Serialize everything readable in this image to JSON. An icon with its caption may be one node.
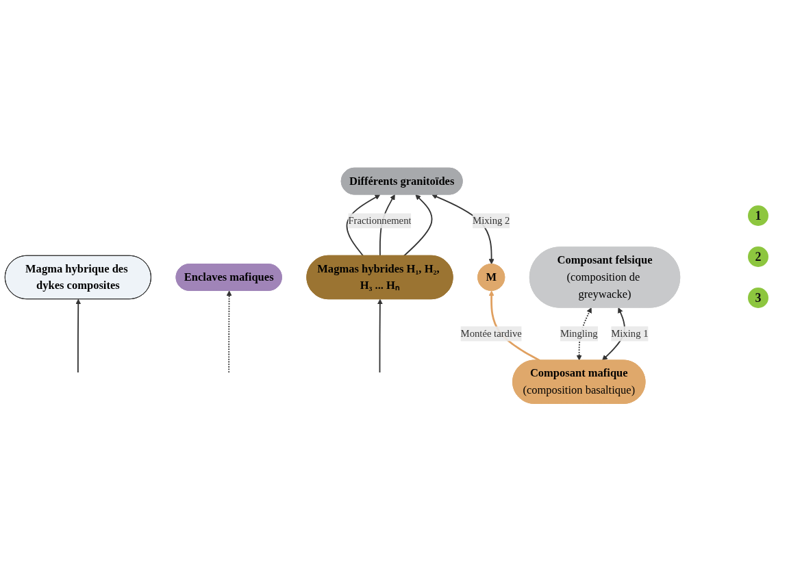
{
  "diagram": {
    "nodes": [
      {
        "text": [
          "Magma hybrique des dykes composites"
        ]
      },
      {
        "text": [
          "M"
        ]
      },
      {
        "text": [
          "Différents granitoïdes"
        ]
      },
      {
        "text": [
          "Enclaves mafiques"
        ]
      },
      {
        "text": [
          "Magmas hybrides H₁, H₂, H₃ ... Hₙ"
        ]
      },
      {
        "text": [
          "Composant mafique",
          "(composition basaltique)"
        ]
      },
      {
        "text": [
          "Composant felsique",
          "(composition de greywacke)"
        ]
      }
    ],
    "edges": [
      {
        "from": 1,
        "to": 2,
        "arrow": "both",
        "label": "Mixing 2"
      },
      {
        "from": null,
        "to": 0,
        "arrow": "to"
      },
      {
        "from": 4,
        "to": 2,
        "arrow": "to"
      },
      {
        "from": 4,
        "to": 2,
        "arrow": "to",
        "label": "Fractionnement"
      },
      {
        "from": 4,
        "to": 2,
        "arrow": "to"
      },
      {
        "from": 5,
        "to": 1,
        "arrow": "to",
        "label": "Montée tardive",
        "color": "#e0a060"
      },
      {
        "from": 5,
        "to": 6,
        "arrow": "both",
        "label": "Mingling",
        "style": "dashed"
      },
      {
        "from": 5,
        "to": 6,
        "arrow": "both",
        "label": "Mixing 1"
      },
      {
        "from": null,
        "to": 4,
        "arrow": "to"
      },
      {
        "from": null,
        "to": 3,
        "arrow": "to",
        "style": "dashed"
      }
    ],
    "labels": [
      "1",
      "2",
      "3"
    ]
  }
}
